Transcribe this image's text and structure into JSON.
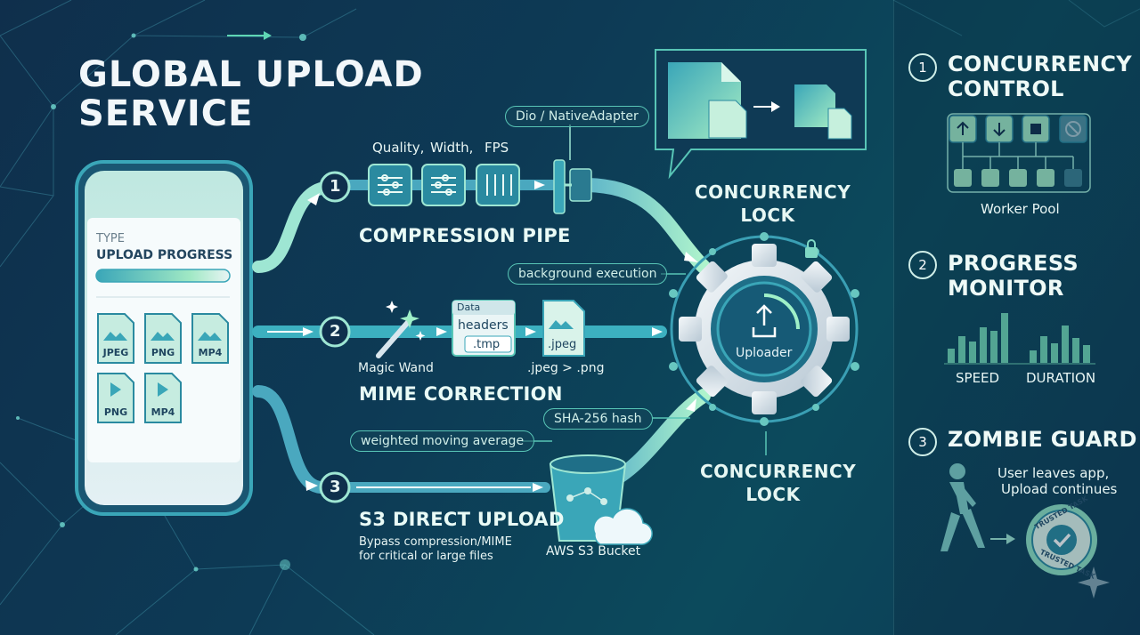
{
  "title": [
    "GLOBAL UPLOAD",
    "SERVICE"
  ],
  "phone": {
    "type_label": "TYPE",
    "progress_label": "UPLOAD PROGRESS",
    "progress": 0.85,
    "files": [
      "JPEG",
      "PNG",
      "MP4",
      "PNG",
      "MP4"
    ]
  },
  "pills": {
    "dio": "Dio / NativeAdapter",
    "background": "background execution",
    "sha": "SHA-256 hash",
    "wma": "weighted moving average"
  },
  "compression": {
    "number": "1",
    "params": [
      "Quality,",
      "Width,",
      "FPS"
    ],
    "title": "COMPRESSION PIPE"
  },
  "mime": {
    "number": "2",
    "wand_label": "Magic Wand",
    "data_label": "Data",
    "headers_label": "headers",
    "tmp_label": ".tmp",
    "jpeg_label": ".jpeg",
    "conversion": ".jpeg > .png",
    "title": "MIME CORRECTION"
  },
  "s3": {
    "number": "3",
    "title": "S3 DIRECT UPLOAD",
    "desc": [
      "Bypass compression/MIME",
      "for critical or large files"
    ],
    "bucket_label": "AWS S3 Bucket"
  },
  "uploader_label": "Uploader",
  "lock_top": [
    "CONCURRENCY",
    "LOCK"
  ],
  "lock_bottom": [
    "CONCURRENCY",
    "LOCK"
  ],
  "right": {
    "concurrency": {
      "number": "1",
      "title": [
        "CONCURRENCY",
        "CONTROL"
      ],
      "pool_label": "Worker Pool"
    },
    "progress": {
      "number": "2",
      "title": [
        "PROGRESS",
        "MONITOR"
      ],
      "labels": [
        "SPEED",
        "DURATION"
      ]
    },
    "zombie": {
      "number": "3",
      "title": "ZOMBIE GUARD",
      "desc": [
        "User leaves app,",
        "Upload continues"
      ],
      "badge": "TRUSTED TASK"
    }
  },
  "colors": {
    "accent": "#5fd6b4",
    "mint": "#9ff0c8",
    "dark": "#0f2f4c"
  }
}
